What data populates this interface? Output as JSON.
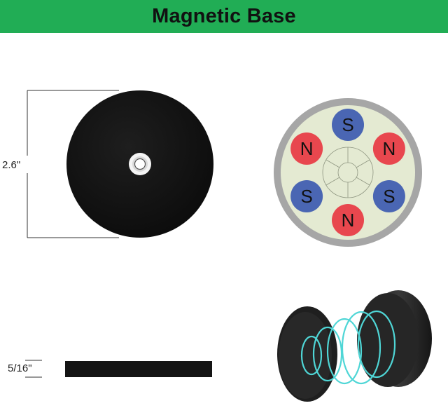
{
  "banner": {
    "title": "Magnetic Base",
    "color": "#21ad55"
  },
  "front_view": {
    "diameter_label": "2.6\""
  },
  "side_view": {
    "thickness_label": "5/16\""
  },
  "pole_diagram": {
    "poles": [
      {
        "label": "S",
        "color": "#4a66b3"
      },
      {
        "label": "N",
        "color": "#e8474e"
      },
      {
        "label": "N",
        "color": "#e8474e"
      },
      {
        "label": "S",
        "color": "#4a66b3"
      },
      {
        "label": "S",
        "color": "#4a66b3"
      },
      {
        "label": "N",
        "color": "#e8474e"
      }
    ],
    "ring_color": "#a6a6a6",
    "face_color": "#e4ead2"
  },
  "field_diagram": {
    "field_line_color": "#4fd6d6",
    "magnet_color": "#1f1f1f"
  }
}
